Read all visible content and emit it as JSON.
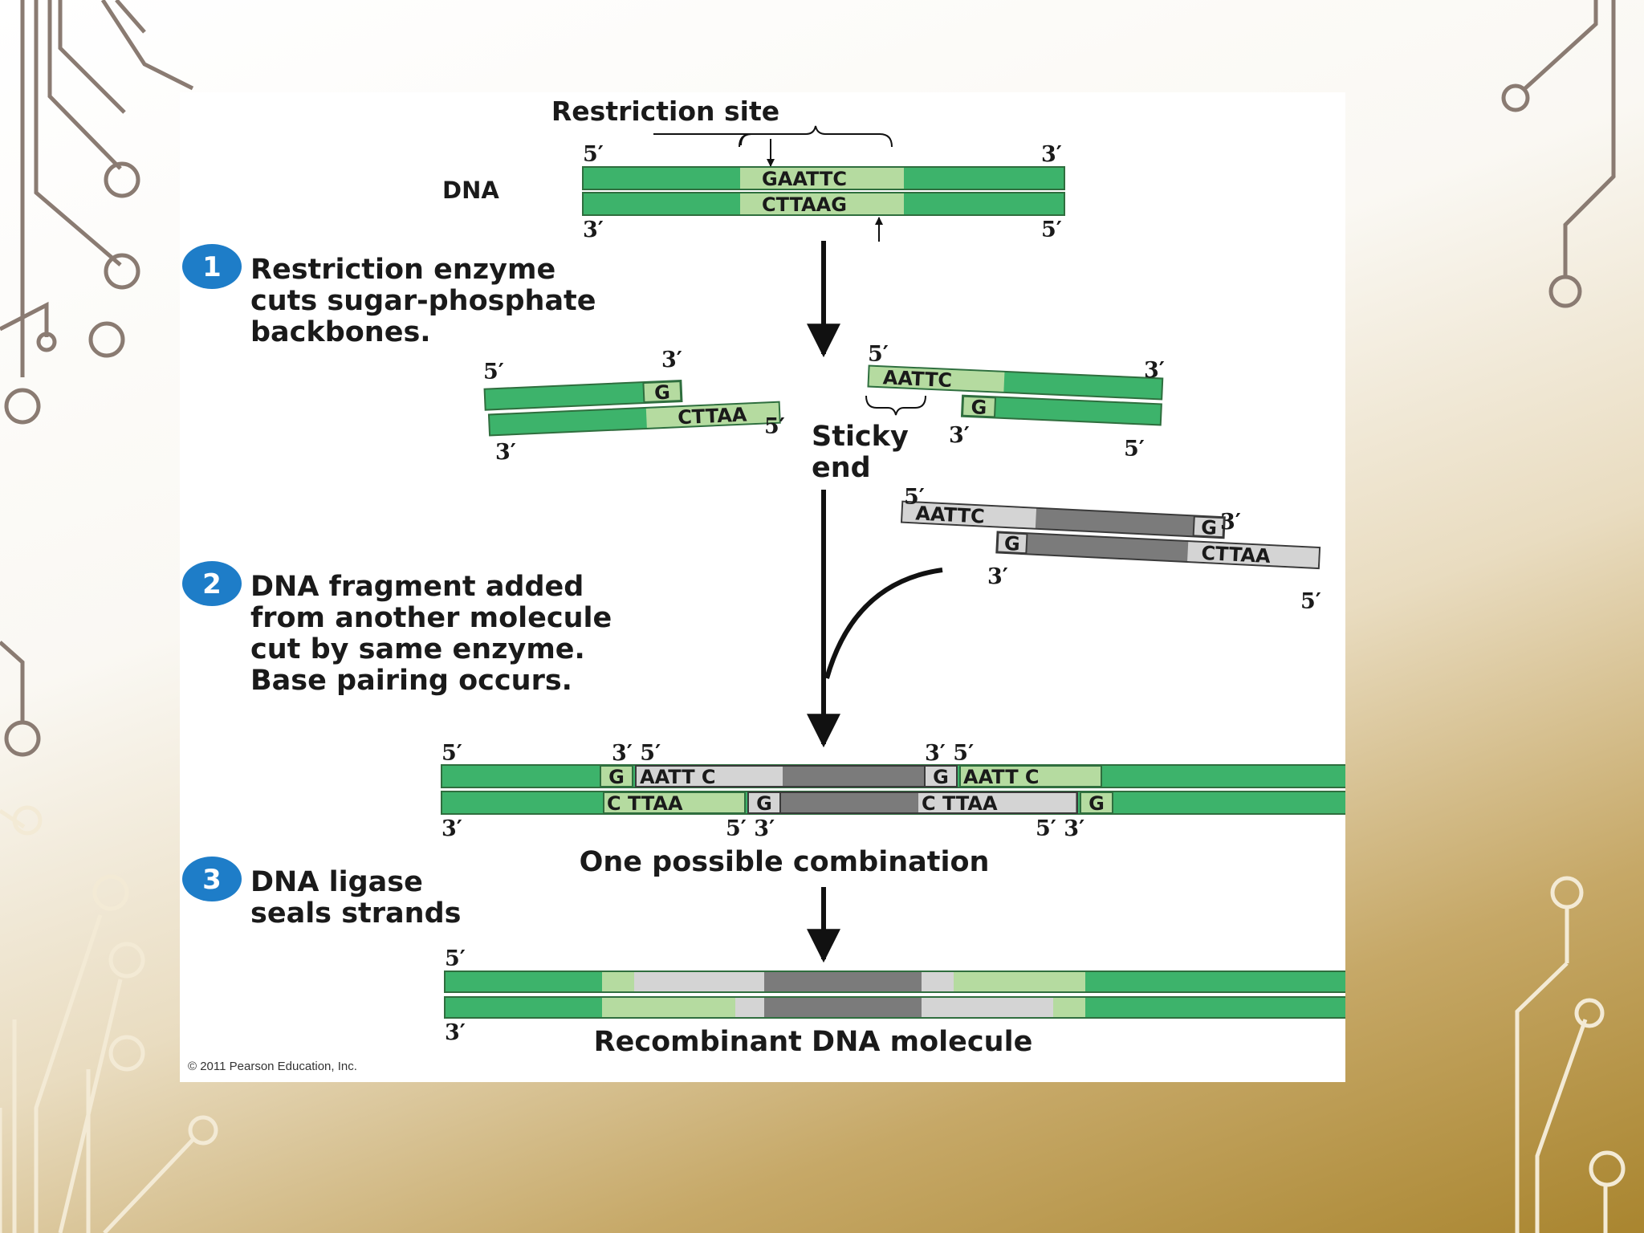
{
  "diagram": {
    "restriction_site_label": "Restriction site",
    "dna_label": "DNA",
    "seq_top": "GAATTC",
    "seq_bottom": "CTTAAG",
    "end_5": "5′",
    "end_3": "3′",
    "end_3_5": "3′ 5′",
    "end_5_3": "5′ 3′",
    "steps": [
      {
        "number": "1",
        "lines": [
          "Restriction enzyme",
          "cuts sugar-phosphate",
          "backbones."
        ]
      },
      {
        "number": "2",
        "lines": [
          "DNA fragment added",
          "from another molecule",
          "cut by same enzyme.",
          "Base pairing occurs."
        ]
      },
      {
        "number": "3",
        "lines": [
          "DNA ligase",
          "seals strands"
        ]
      }
    ],
    "base_g": "G",
    "seq_cttaa": "CTTAA",
    "seq_aattc": "AATTC",
    "seq_aatt_c": "AATT C",
    "seq_c_ttaa": "C TTAA",
    "sticky_end_lines": [
      "Sticky",
      "end"
    ],
    "combination_label": "One possible combination",
    "recombinant_label": "Recombinant DNA molecule",
    "copyright": "© 2011 Pearson Education, Inc."
  },
  "colors": {
    "strand_green": "#3db36b",
    "site_green": "#b5dba0",
    "foreign_light": "#d4d4d4",
    "foreign_dark": "#7b7b7b",
    "step_circle": "#1e7dc8",
    "circuit_lines": "#8a7b72"
  }
}
